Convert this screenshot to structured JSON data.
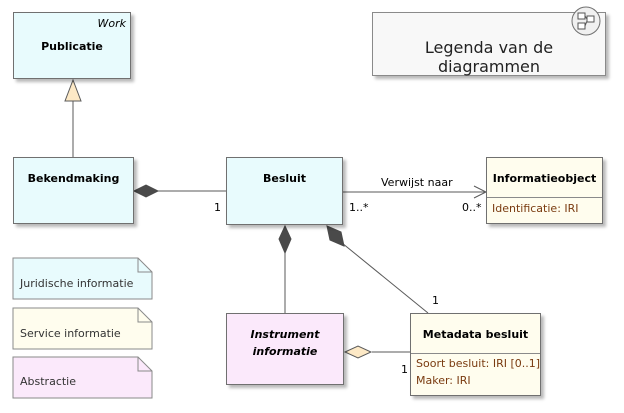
{
  "classes": {
    "publicatie": {
      "name": "Publicatie",
      "stereotype": "Work"
    },
    "bekendmaking": {
      "name": "Bekendmaking"
    },
    "besluit": {
      "name": "Besluit"
    },
    "informatieobject": {
      "name": "Informatieobject",
      "attributes": [
        "Identificatie: IRI"
      ]
    },
    "instrument": {
      "name_line1": "Instrument",
      "name_line2": "informatie"
    },
    "metadata": {
      "name": "Metadata besluit",
      "attributes": [
        "Soort besluit: IRI [0..1]",
        "Maker: IRI"
      ]
    }
  },
  "associations": {
    "verwijst_naar": "Verwijst naar",
    "bekendmaking_besluit_mult": "1",
    "besluit_info_source_mult": "1..*",
    "besluit_info_target_mult": "0..*",
    "besluit_metadata_mult": "1",
    "instrument_metadata_mult": "1"
  },
  "legend": {
    "title": "Legenda van de diagrammen",
    "notes": [
      "Juridische informatie",
      "Service informatie",
      "Abstractie"
    ]
  },
  "colors": {
    "juridische": "#e8fbfd",
    "service": "#fffdee",
    "abstractie": "#fbe9fb",
    "line": "#5a5a5a",
    "diamond": "#4a4a4a",
    "generalization_triangle": "#fde9c6",
    "aggregation_diamond": "#fde9c6"
  }
}
